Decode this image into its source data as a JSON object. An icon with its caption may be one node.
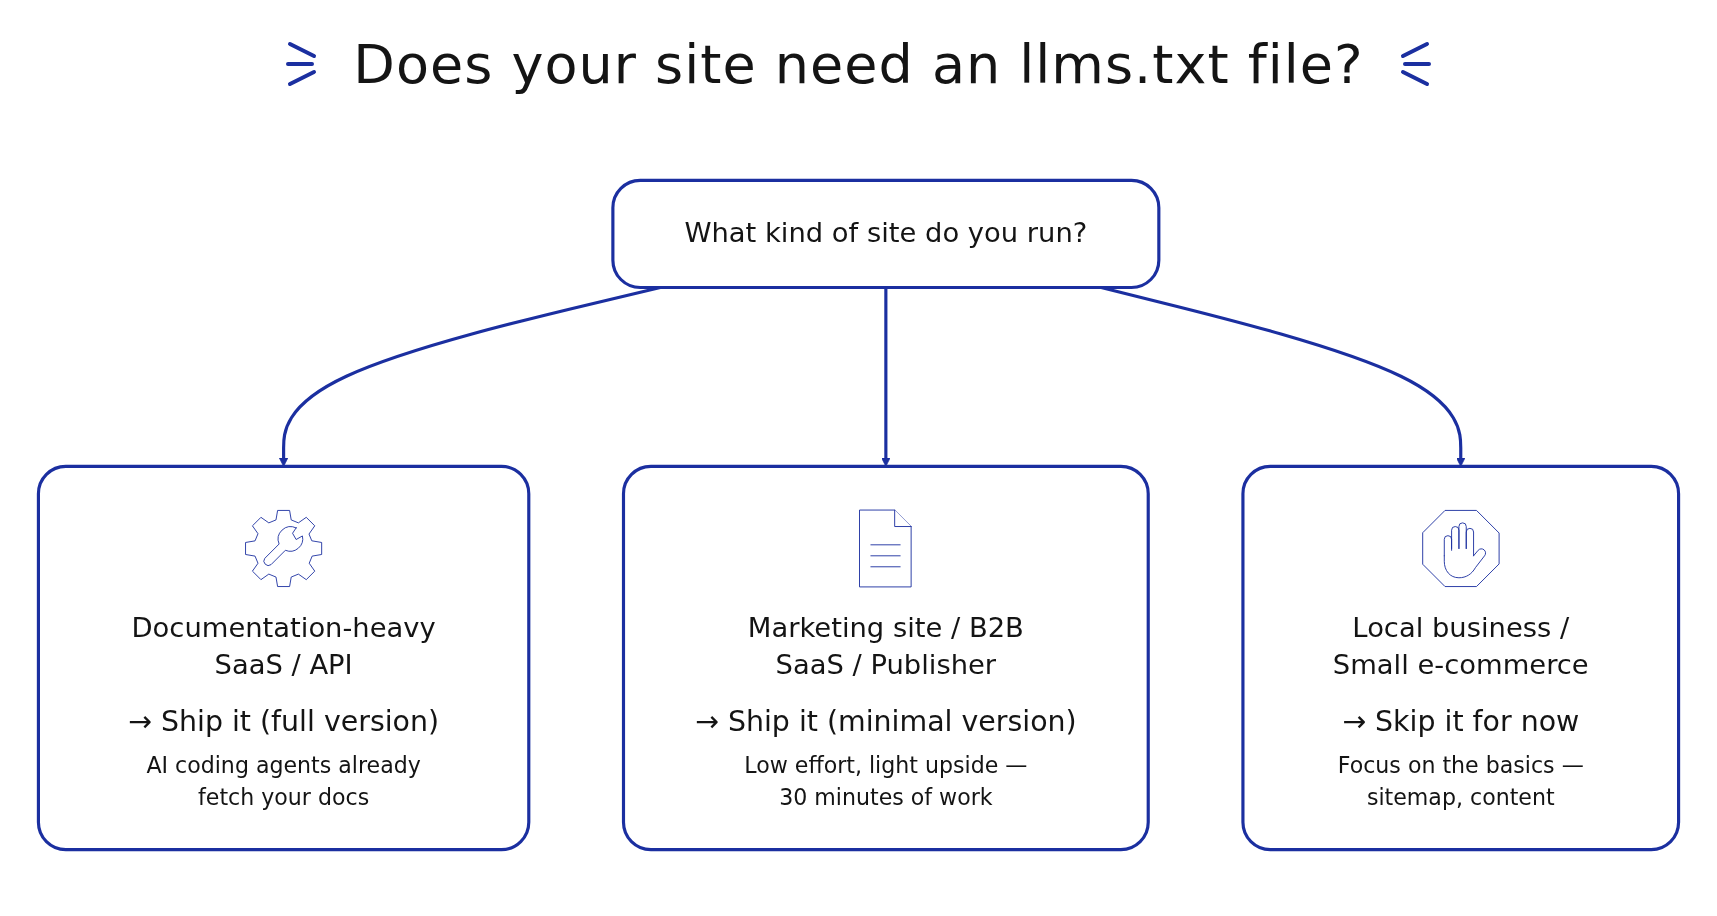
{
  "diagram": {
    "title": "Does your site need an llms.txt file?",
    "nodes": [
      {
        "text": [
          "What kind of site do you run?"
        ]
      },
      {
        "text": [
          "Documentation-heavy SaaS / API",
          "→ Ship it (full version)",
          "AI coding agents already fetch your docs"
        ]
      },
      {
        "text": [
          "Marketing site / B2B SaaS / Publisher",
          "→ Ship it (minimal version)",
          "Low effort, light upside — 30 minutes of work"
        ]
      },
      {
        "text": [
          "Local business / Small e-commerce",
          "→ Skip it for now",
          "Focus on the basics — sitemap, content"
        ]
      }
    ],
    "edges": [
      {
        "from": 0,
        "to": 1,
        "arrow": "to"
      },
      {
        "from": 0,
        "to": 2,
        "arrow": "to"
      },
      {
        "from": 0,
        "to": 3,
        "arrow": "to"
      }
    ]
  }
}
